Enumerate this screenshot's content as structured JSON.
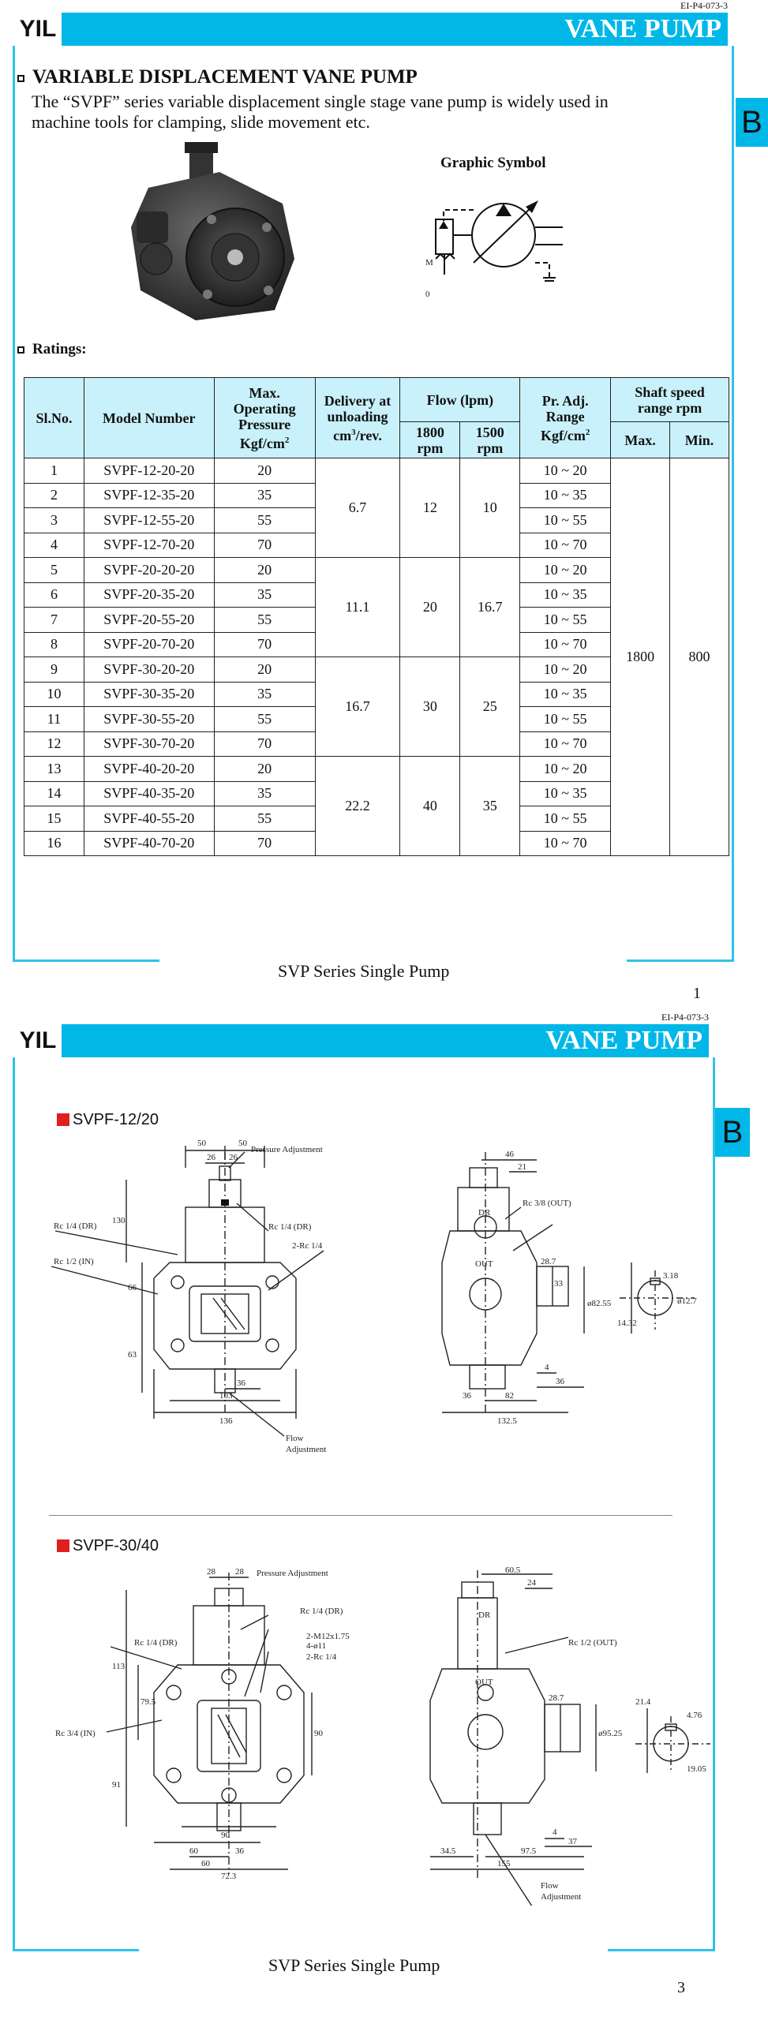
{
  "page1": {
    "doc_ref": "EI-P4-073-3",
    "logo": "YIL",
    "header": "VANE PUMP",
    "tab": "B",
    "section_title": "VARIABLE DISPLACEMENT VANE PUMP",
    "intro_line1": "The “SVPF” series variable displacement single stage vane pump is widely used in",
    "intro_line2": "machine tools for clamping, slide movement etc.",
    "graphic_symbol_label": "Graphic Symbol",
    "symbol_m": "M",
    "symbol_o": "0",
    "ratings_title": "Ratings:",
    "table_headers": {
      "slno": "Sl.No.",
      "model": "Model Number",
      "pressure_1": "Max.",
      "pressure_2": "Operating",
      "pressure_3": "Pressure",
      "pressure_4": "Kgf/cm",
      "delivery_1": "Delivery at",
      "delivery_2": "unloading",
      "delivery_3": "cm",
      "delivery_4": "/rev.",
      "flow": "Flow (lpm)",
      "flow_1800_a": "1800",
      "flow_1800_b": "rpm",
      "flow_1500_a": "1500",
      "flow_1500_b": "rpm",
      "pradj_1": "Pr. Adj.",
      "pradj_2": "Range",
      "pradj_3": "Kgf/cm",
      "shaft_1": "Shaft speed",
      "shaft_2": "range rpm",
      "max": "Max.",
      "min": "Min.",
      "sup2": "2",
      "sup3": "3"
    },
    "rows": [
      {
        "sl": "1",
        "model": "SVPF-12-20-20",
        "pressure": "20",
        "range": "10 ~ 20"
      },
      {
        "sl": "2",
        "model": "SVPF-12-35-20",
        "pressure": "35",
        "range": "10 ~ 35"
      },
      {
        "sl": "3",
        "model": "SVPF-12-55-20",
        "pressure": "55",
        "range": "10 ~ 55"
      },
      {
        "sl": "4",
        "model": "SVPF-12-70-20",
        "pressure": "70",
        "range": "10 ~ 70"
      },
      {
        "sl": "5",
        "model": "SVPF-20-20-20",
        "pressure": "20",
        "range": "10 ~ 20"
      },
      {
        "sl": "6",
        "model": "SVPF-20-35-20",
        "pressure": "35",
        "range": "10 ~ 35"
      },
      {
        "sl": "7",
        "model": "SVPF-20-55-20",
        "pressure": "55",
        "range": "10 ~ 55"
      },
      {
        "sl": "8",
        "model": "SVPF-20-70-20",
        "pressure": "70",
        "range": "10 ~ 70"
      },
      {
        "sl": "9",
        "model": "SVPF-30-20-20",
        "pressure": "20",
        "range": "10 ~ 20"
      },
      {
        "sl": "10",
        "model": "SVPF-30-35-20",
        "pressure": "35",
        "range": "10 ~ 35"
      },
      {
        "sl": "11",
        "model": "SVPF-30-55-20",
        "pressure": "55",
        "range": "10 ~ 55"
      },
      {
        "sl": "12",
        "model": "SVPF-30-70-20",
        "pressure": "70",
        "range": "10 ~ 70"
      },
      {
        "sl": "13",
        "model": "SVPF-40-20-20",
        "pressure": "20",
        "range": "10 ~ 20"
      },
      {
        "sl": "14",
        "model": "SVPF-40-35-20",
        "pressure": "35",
        "range": "10 ~ 35"
      },
      {
        "sl": "15",
        "model": "SVPF-40-55-20",
        "pressure": "55",
        "range": "10 ~ 55"
      },
      {
        "sl": "16",
        "model": "SVPF-40-70-20",
        "pressure": "70",
        "range": "10 ~ 70"
      }
    ],
    "groups": [
      {
        "delivery": "6.7",
        "flow1800": "12",
        "flow1500": "10"
      },
      {
        "delivery": "11.1",
        "flow1800": "20",
        "flow1500": "16.7"
      },
      {
        "delivery": "16.7",
        "flow1800": "30",
        "flow1500": "25"
      },
      {
        "delivery": "22.2",
        "flow1800": "40",
        "flow1500": "35"
      }
    ],
    "shaft_max": "1800",
    "shaft_min": "800",
    "caption": "SVP Series Single Pump",
    "page_number": "1"
  },
  "page2": {
    "doc_ref": "EI-P4-073-3",
    "logo": "YIL",
    "header": "VANE PUMP",
    "tab": "B",
    "caption": "SVP Series Single Pump",
    "page_number": "3",
    "model_a": {
      "title": "SVPF-12/20",
      "labels": {
        "d50a": "50",
        "d50b": "50",
        "d26a": "26",
        "d26b": "26",
        "pressure_adj": "Pressure Adjustment",
        "rc14dr_l": "Rc 1/4 (DR)",
        "rc14dr_r": "Rc 1/4 (DR)",
        "rc12in": "Rc 1/2 (IN)",
        "rc14": "2-Rc 1/4",
        "d130": "130",
        "d66": "66",
        "d63": "63",
        "d36": "36",
        "d103": "103",
        "d136": "136",
        "flow_adj_1": "Flow",
        "flow_adj_2": "Adjustment",
        "d46": "46",
        "d21": "21",
        "rc38out": "Rc 3/8 (OUT)",
        "dr": "DR",
        "out": "OUT",
        "d287": "28.7",
        "d33": "33",
        "d8255": "ø82.55",
        "d4": "4",
        "d36b": "36",
        "d36c": "36",
        "d82": "82",
        "d1325": "132.5",
        "d318": "3.18",
        "d127": "ø12.7",
        "d1432": "14.32"
      }
    },
    "model_b": {
      "title": "SVPF-30/40",
      "labels": {
        "d28a": "28",
        "d28b": "28",
        "pressure_adj": "Pressure Adjustment",
        "d605": "60.5",
        "d24": "24",
        "rc14dr_l": "Rc 1/4 (DR)",
        "rc14dr_r": "Rc 1/4 (DR)",
        "m12": "2-M12x1.75",
        "d4o11": "4-ø11",
        "rc14": "2-Rc 1/4",
        "rc12out": "Rc 1/2 (OUT)",
        "rc34in": "Rc 3/4 (IN)",
        "d113": "113",
        "d795": "79.5",
        "d91": "91",
        "d90v": "90",
        "d90h": "90",
        "d60a": "60",
        "d36": "36",
        "d60b": "60",
        "d723": "72.3",
        "dr": "DR",
        "out": "OUT",
        "d287": "28.7",
        "d9525": "ø95.25",
        "d4": "4",
        "d37": "37",
        "d345": "34.5",
        "d975": "97.5",
        "d155": "155",
        "flow_adj_1": "Flow",
        "flow_adj_2": "Adjustment",
        "d214": "21.4",
        "d476": "4.76",
        "d1905": "19.05"
      }
    }
  },
  "colors": {
    "accent": "#00b7e8",
    "header_cell": "#c9f1fb",
    "marker": "#e02020"
  }
}
